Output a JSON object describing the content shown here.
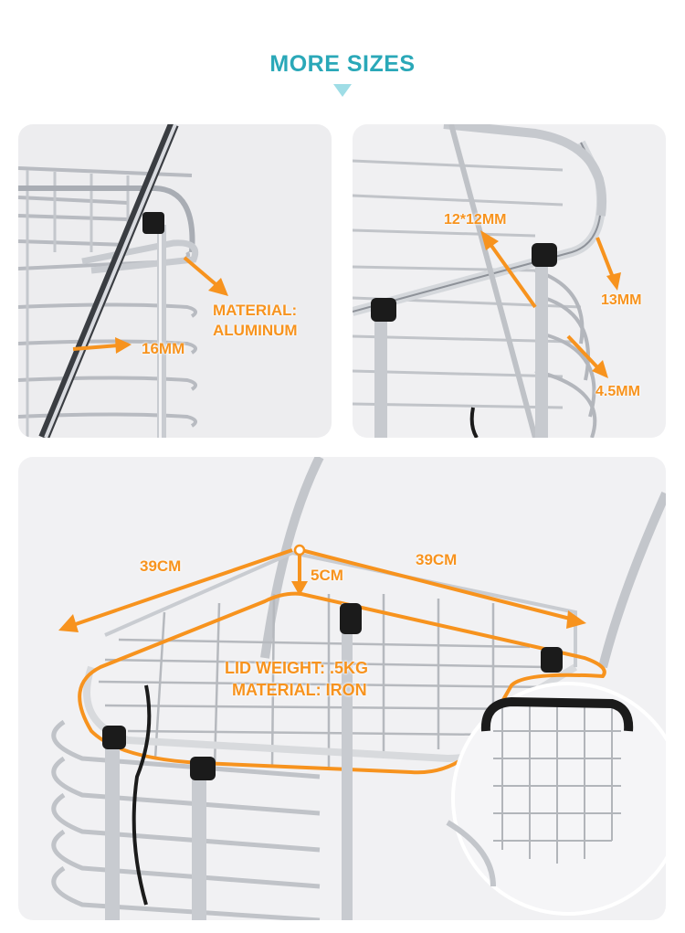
{
  "header": {
    "title": "MORE SIZES",
    "accent_color": "#2aa8b8"
  },
  "annotation_color": "#f7931e",
  "panel_left": {
    "material_line1": "MATERIAL:",
    "material_line2": "ALUMINUM",
    "tube_size": "16MM"
  },
  "panel_right": {
    "grid_size": "12*12MM",
    "rim_size": "13MM",
    "wire_size": "4.5MM"
  },
  "panel_bottom": {
    "width_left": "39CM",
    "width_right": "39CM",
    "lid_height": "5CM",
    "lid_weight": "LID WEIGHT: .5KG",
    "lid_material": "MATERIAL: IRON"
  }
}
